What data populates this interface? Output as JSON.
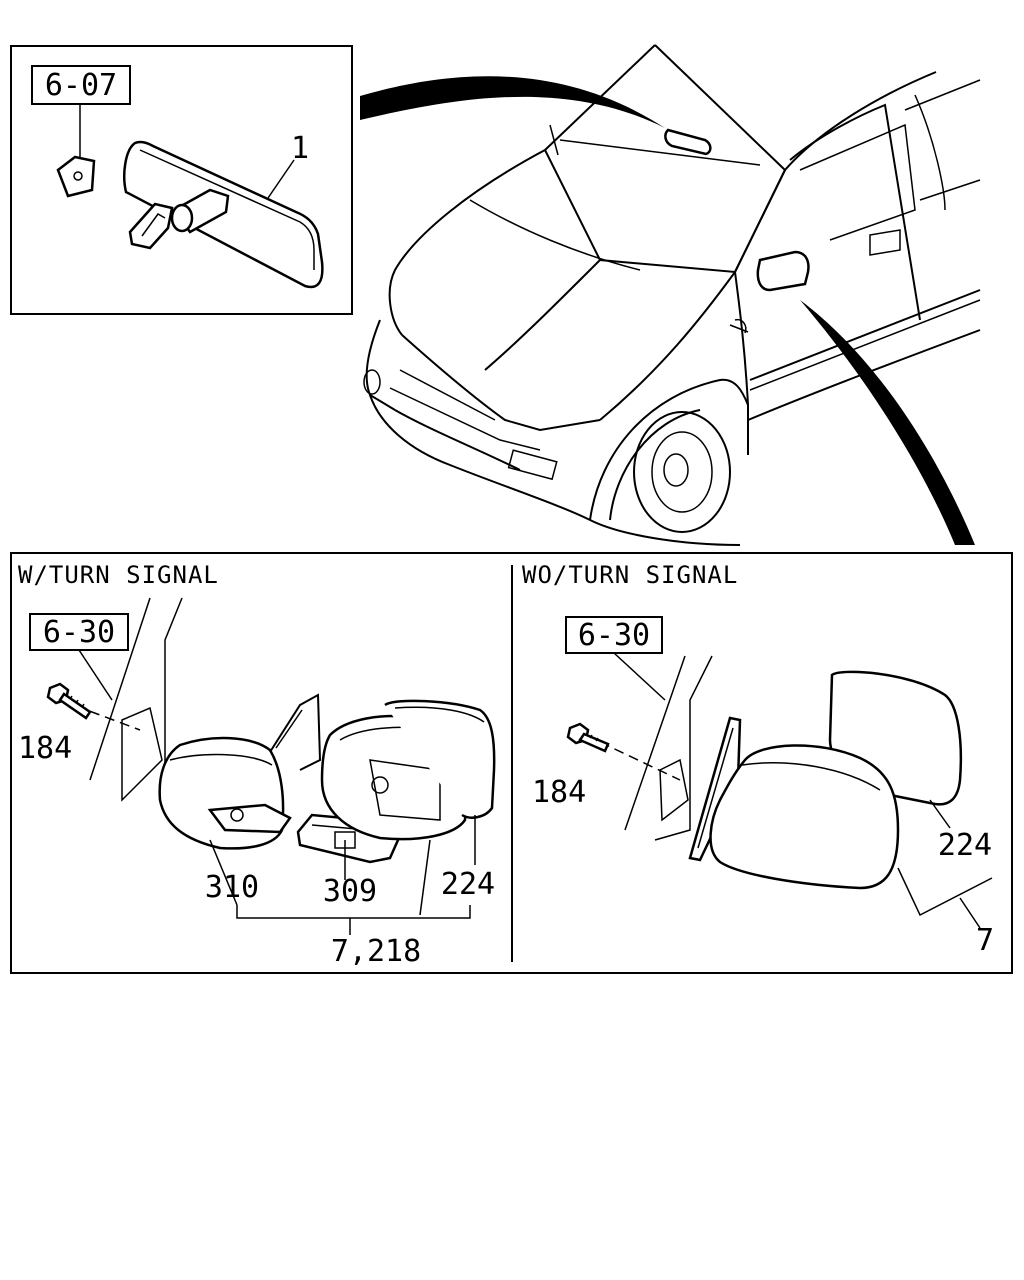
{
  "top_panel": {
    "ref_box": "6-07",
    "part_number": "1"
  },
  "left_panel": {
    "title": "W/TURN SIGNAL",
    "ref_box": "6-30",
    "bolt_number": "184",
    "labels": [
      "310",
      "309",
      "224"
    ],
    "group_label": "7,218"
  },
  "right_panel": {
    "title": "WO/TURN SIGNAL",
    "ref_box": "6-30",
    "bolt_number": "184",
    "glass_number": "224",
    "group_label": "7"
  }
}
